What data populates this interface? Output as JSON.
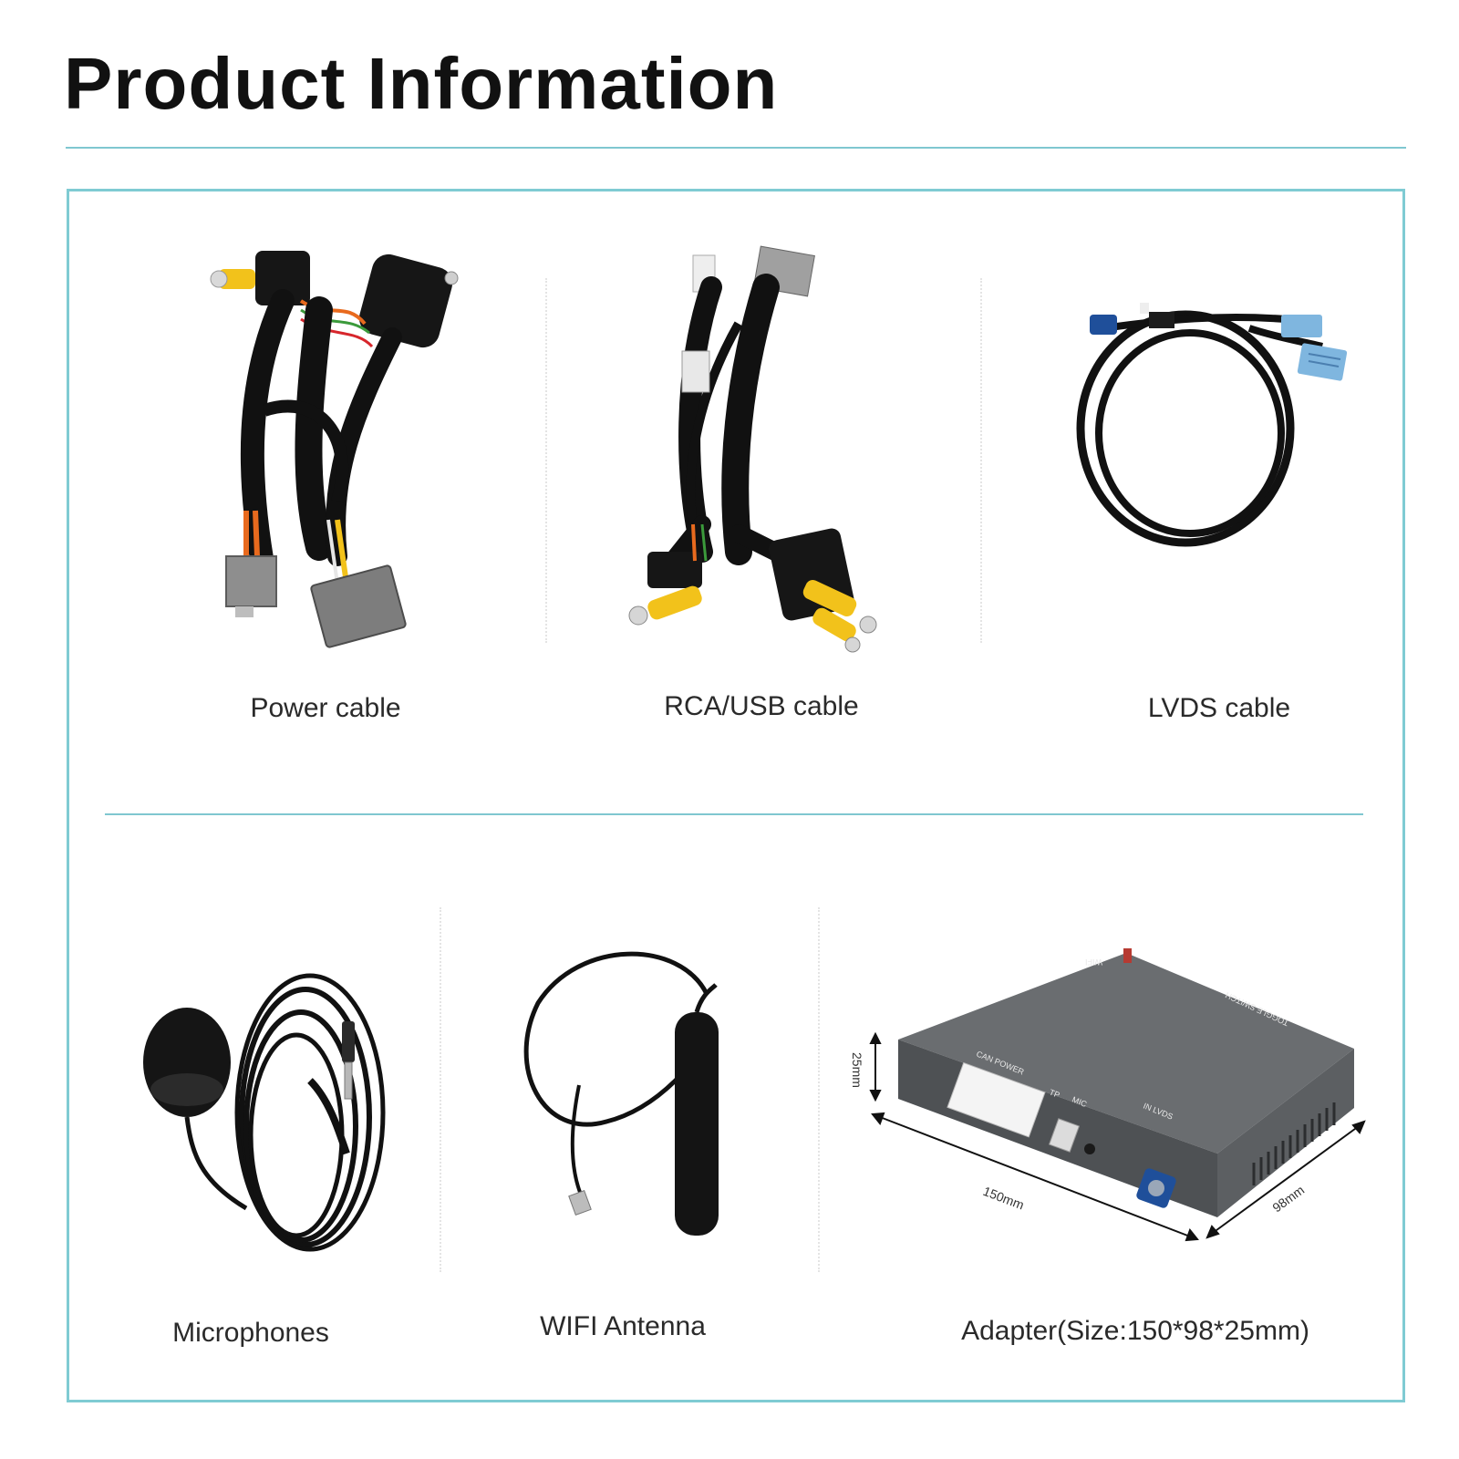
{
  "page": {
    "title": "Product Information"
  },
  "items": [
    {
      "id": "power",
      "caption": "Power cable"
    },
    {
      "id": "rca-usb",
      "caption": "RCA/USB cable"
    },
    {
      "id": "lvds",
      "caption": "LVDS cable"
    },
    {
      "id": "mic",
      "caption": "Microphones"
    },
    {
      "id": "wifi",
      "caption": "WIFI Antenna"
    },
    {
      "id": "adapter",
      "caption": "Adapter(Size:150*98*25mm)"
    }
  ],
  "adapter_labels": {
    "height": "25mm",
    "length": "150mm",
    "depth": "98mm",
    "can_power": "CAN POWER",
    "tp": "TP",
    "mic": "MIC",
    "lvds_in": "IN LVDS",
    "wifi": "WIFI",
    "toggle_switch": "TOGGLE SWITCH"
  },
  "colors": {
    "accent_rule": "#7fc7d0",
    "cable": "#111111",
    "rca_yellow": "#f2c21b",
    "connector_blue": "#1f4f9a",
    "connector_light_blue": "#7fb6df",
    "adapter_body": "#5a5d60"
  }
}
